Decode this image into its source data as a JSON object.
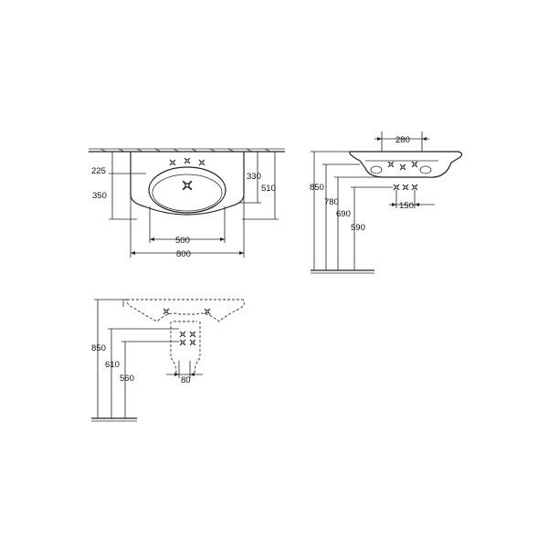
{
  "views": {
    "top": {
      "dims": {
        "d225": "225",
        "d350": "350",
        "d330": "330",
        "d510": "510",
        "d500": "500",
        "d800": "800"
      }
    },
    "side": {
      "dims": {
        "d280": "280",
        "d850": "850",
        "d780": "780",
        "d690": "690",
        "d590": "590",
        "d150": "150"
      }
    },
    "front": {
      "dims": {
        "d850": "850",
        "d610": "610",
        "d560": "560",
        "d80": "80"
      }
    }
  }
}
